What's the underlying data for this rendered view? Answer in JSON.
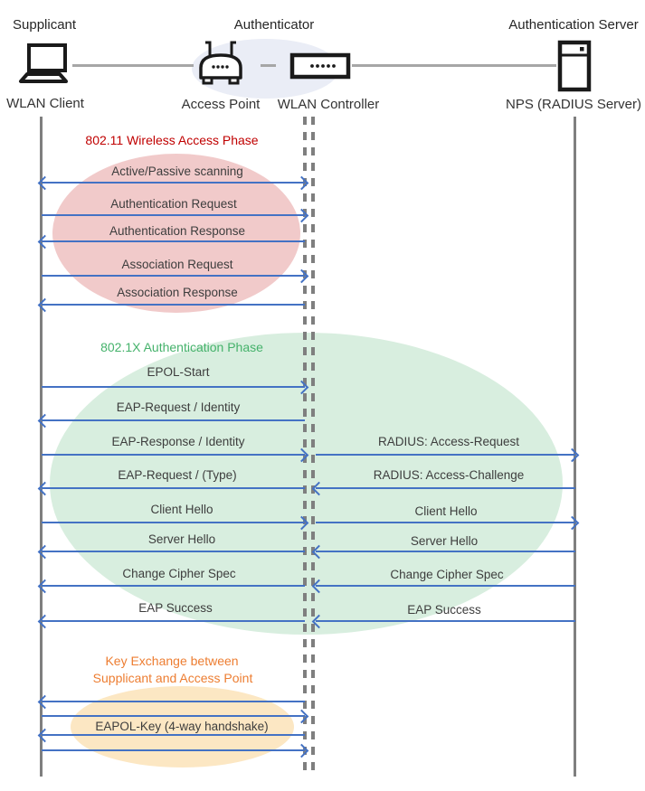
{
  "header": {
    "roles": [
      "Supplicant",
      "Authenticator",
      "Authentication Server"
    ],
    "devices": [
      "WLAN Client",
      "Access Point",
      "WLAN Controller",
      "NPS (RADIUS Server)"
    ]
  },
  "phases": {
    "wireless": {
      "title": "802.11 Wireless Access Phase",
      "color": "#C00000",
      "bg": "#F1CACA"
    },
    "auth": {
      "title": "802.1X Authentication Phase",
      "color": "#45B26B",
      "bg": "#D8EEDF"
    },
    "key_exchange": {
      "title_line1": "Key Exchange between",
      "title_line2": "Supplicant and Access Point",
      "color": "#ED7D31",
      "bg": "#FCE7C3"
    }
  },
  "colors": {
    "arrow": "#4472C4",
    "lifeline": "#7F7F7F",
    "connector": "#A6A6A6",
    "authenticator_bg": "#EAEDF6",
    "message_text": "#3d3d3d"
  },
  "messages": [
    {
      "label": "Active/Passive scanning",
      "lane": "client-controller",
      "direction": "both"
    },
    {
      "label": "Authentication Request",
      "lane": "client-controller",
      "direction": "right"
    },
    {
      "label": "Authentication Response",
      "lane": "client-controller",
      "direction": "left"
    },
    {
      "label": "Association Request",
      "lane": "client-controller",
      "direction": "right"
    },
    {
      "label": "Association Response",
      "lane": "client-controller",
      "direction": "left"
    },
    {
      "label": "EPOL-Start",
      "lane": "client-controller",
      "direction": "right"
    },
    {
      "label": "EAP-Request / Identity",
      "lane": "client-controller",
      "direction": "left"
    },
    {
      "label": "EAP-Response / Identity",
      "lane": "client-controller",
      "direction": "right"
    },
    {
      "label": "RADIUS: Access-Request",
      "lane": "controller-server",
      "direction": "right"
    },
    {
      "label": "EAP-Request / (Type)",
      "lane": "client-controller",
      "direction": "left"
    },
    {
      "label": "RADIUS: Access-Challenge",
      "lane": "controller-server",
      "direction": "left"
    },
    {
      "label": "Client Hello",
      "lane": "client-controller",
      "direction": "right"
    },
    {
      "label": "Client Hello",
      "lane": "controller-server",
      "direction": "right"
    },
    {
      "label": "Server Hello",
      "lane": "client-controller",
      "direction": "left"
    },
    {
      "label": "Server Hello",
      "lane": "controller-server",
      "direction": "left"
    },
    {
      "label": "Change Cipher Spec",
      "lane": "client-controller",
      "direction": "left"
    },
    {
      "label": "Change Cipher Spec",
      "lane": "controller-server",
      "direction": "left"
    },
    {
      "label": "EAP Success",
      "lane": "client-controller",
      "direction": "left"
    },
    {
      "label": "EAP Success",
      "lane": "controller-server",
      "direction": "left"
    },
    {
      "label": "",
      "lane": "client-controller",
      "direction": "left"
    },
    {
      "label": "",
      "lane": "client-controller",
      "direction": "right"
    },
    {
      "label": "EAPOL-Key (4-way handshake)",
      "lane": "client-controller",
      "direction": "left"
    },
    {
      "label": "",
      "lane": "client-controller",
      "direction": "right"
    }
  ]
}
